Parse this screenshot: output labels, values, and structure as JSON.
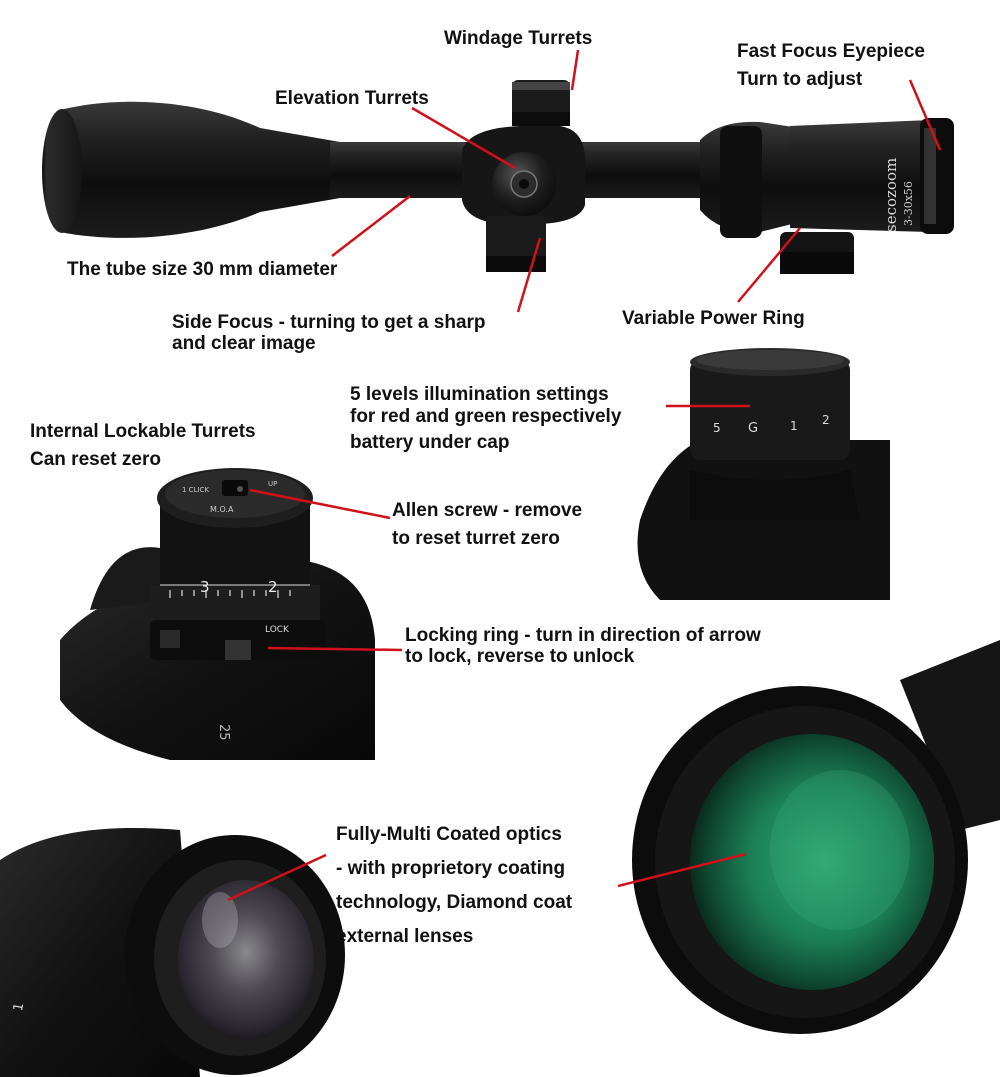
{
  "colors": {
    "leader": "#d0101a",
    "scope_body": "#161616",
    "lens_green": "#1f8a5c",
    "background": "#ffffff"
  },
  "scope": {
    "brand": "secozoom",
    "model": "3-30x56",
    "dial_numbers": [
      "5",
      "G",
      "1",
      "2"
    ],
    "turret_marks": [
      "1 CLICK",
      "M.O.A",
      "UP"
    ],
    "ring_numbers": [
      "3",
      "2"
    ],
    "lock_mark": "LOCK",
    "barrel_number": "25"
  },
  "labels": {
    "windage": "Windage Turrets",
    "elevation": "Elevation Turrets",
    "eyepiece_line1": "Fast Focus Eyepiece",
    "eyepiece_line2": "Turn to adjust",
    "tube": "The tube size 30 mm diameter",
    "side_focus_line1": "Side Focus - turning to get a sharp",
    "side_focus_line2": "and clear image",
    "power_ring": "Variable Power Ring",
    "illumination_line1": "5 levels illumination settings",
    "illumination_line2": "for red and green respectively",
    "illumination_line3": "battery under cap",
    "lockable_line1": "Internal Lockable Turrets",
    "lockable_line2": "Can reset zero",
    "allen_line1": "Allen screw - remove",
    "allen_line2": "to reset turret zero",
    "locking_line1": "Locking ring - turn in direction of arrow",
    "locking_line2": "to lock, reverse to unlock",
    "coated_line1": "Fully-Multi Coated optics",
    "coated_line2": "- with proprietory coating",
    "coated_line3": "technology, Diamond coat",
    "coated_line4": "external lenses"
  }
}
